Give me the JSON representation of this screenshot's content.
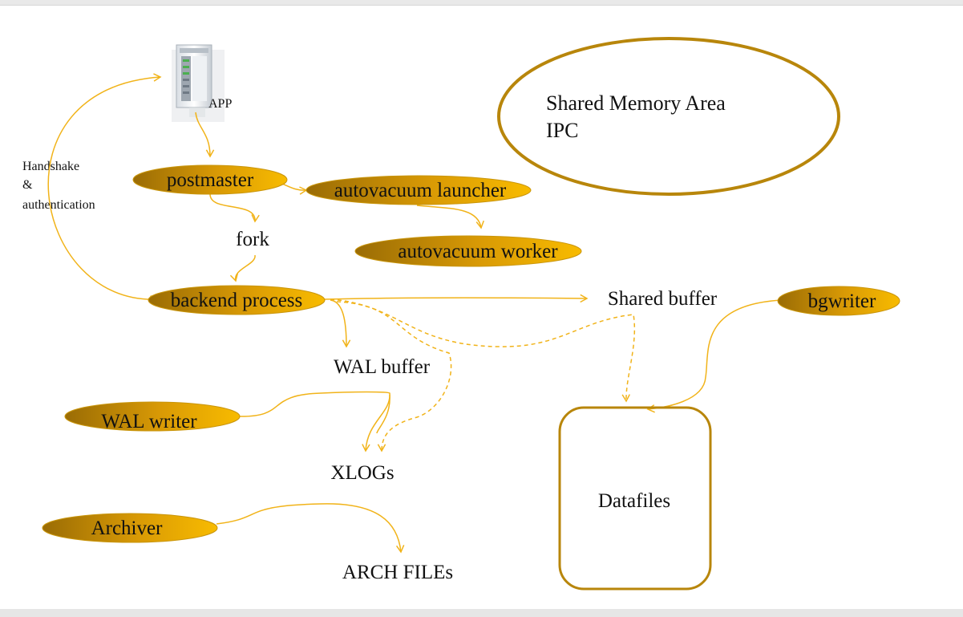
{
  "app": {
    "label": "APP"
  },
  "handshake": {
    "lines": [
      "Handshake",
      "&",
      "authentication"
    ]
  },
  "shared_memory": {
    "lines": [
      "Shared Memory Area",
      "IPC"
    ]
  },
  "processes": {
    "postmaster": "postmaster",
    "autovacuum_launcher": "autovacuum launcher",
    "autovacuum_worker": "autovacuum worker",
    "backend_process": "backend process",
    "bgwriter": "bgwriter",
    "wal_writer": "WAL writer",
    "archiver": "Archiver"
  },
  "labels": {
    "fork": "fork",
    "shared_buffer": "Shared buffer",
    "wal_buffer": "WAL buffer",
    "xlogs": "XLOGs",
    "arch_files": "ARCH FILEs",
    "datafiles": "Datafiles"
  },
  "colors": {
    "process_dark": "#a37303",
    "process_light": "#f7b500",
    "arrow": "#f1b319",
    "border": "#b8860b",
    "ellipse_border": "#b8860b"
  }
}
